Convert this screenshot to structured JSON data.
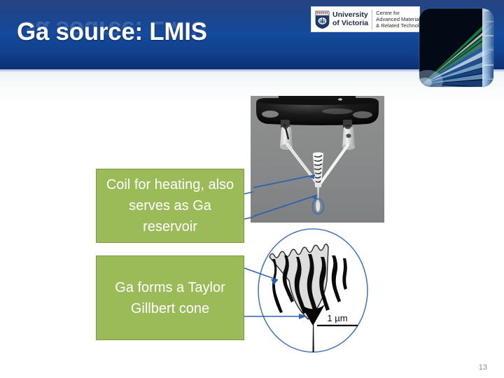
{
  "slide": {
    "title": "Ga source: LMIS",
    "page_number": "13",
    "header_color": "#13499c",
    "accent_green": "#9bbb59",
    "connector_blue": "#3a6fb5"
  },
  "logo": {
    "institution_line1": "University",
    "institution_line2": "of Victoria",
    "centre_line1": "Centre for",
    "centre_line2": "Advanced Materials",
    "centre_line3": "& Related Technology",
    "crest_icon": "shield-crest-icon"
  },
  "callouts": [
    {
      "id": "coil",
      "text": "Coil for heating, also serves as Ga reservoir"
    },
    {
      "id": "cone",
      "text": "Ga forms a Taylor Gillbert cone"
    }
  ],
  "figures": {
    "photo": {
      "name": "lmis-source-photograph",
      "description": "Grayscale photograph of a liquid metal ion source showing the black mounting base, two electrode posts, a V-shaped heating filament and the central emitter needle"
    },
    "cone": {
      "name": "taylor-cone-diagram",
      "scale_bar_label": "1 µm",
      "description": "Line drawing of a Taylor-Gilbert cone formed at the emitter tip"
    }
  },
  "corner_art": {
    "name": "blue-light-rays-graphic"
  }
}
